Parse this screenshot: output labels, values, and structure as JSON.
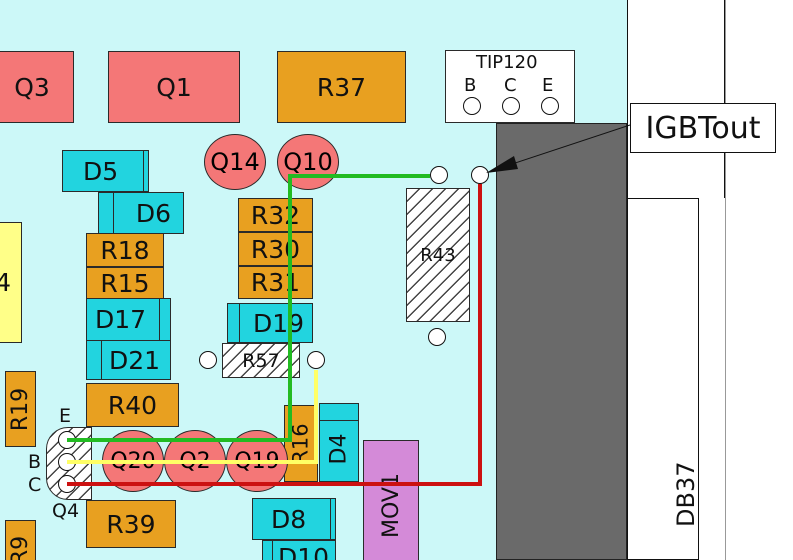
{
  "components": {
    "q3": "Q3",
    "q1": "Q1",
    "r37": "R37",
    "tip120": "TIP120",
    "pin_b": "B",
    "pin_c": "C",
    "pin_e": "E",
    "q14": "Q14",
    "q10": "Q10",
    "d5": "D5",
    "d6": "D6",
    "r18": "R18",
    "r15": "R15",
    "left_partial": "4",
    "d17": "D17",
    "d21": "D21",
    "r40": "R40",
    "r19": "R19",
    "r32": "R32",
    "r30": "R30",
    "r31": "R31",
    "d19": "D19",
    "r57": "R57",
    "r43": "R43",
    "r16": "R16",
    "d4": "D4",
    "mov1": "MOV1",
    "q20": "Q20",
    "q2": "Q2",
    "q19": "Q19",
    "q4_e": "E",
    "q4_b": "B",
    "q4_c": "C",
    "q4": "Q4",
    "r39": "R39",
    "d8": "D8",
    "d10": "D10",
    "db37": "DB37",
    "r9": "R9"
  },
  "callout": {
    "label": "IGBTout"
  },
  "colors": {
    "board": "#ccf8f8",
    "transistor": "#f47777",
    "resistor": "#e8a020",
    "diode": "#22d4df",
    "mov": "#d48ad8",
    "heatsink": "#6a6a6a",
    "wire_green": "#22bb22",
    "wire_red": "#cc1111",
    "wire_yellow": "#ffff66"
  }
}
